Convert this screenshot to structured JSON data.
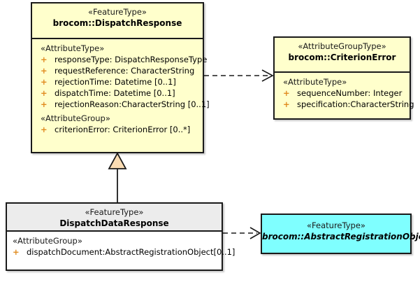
{
  "diagram": {
    "type": "uml-class-diagram",
    "background": "#ffffff",
    "colors": {
      "feature_type_fill": "#ffffcc",
      "attribute_group_type_fill": "#ffffcc",
      "abstract_fill": "#7fffff",
      "subtype_header_fill": "#ececec",
      "subtype_body_fill": "#ffffff",
      "border": "#1a1a1a",
      "visibility_marker": "#e08a1e",
      "generalization_triangle_fill": "#fadcb3"
    }
  },
  "classes": {
    "dispatch_response": {
      "stereotype": "«FeatureType»",
      "name": "brocom::DispatchResponse",
      "compartments": [
        {
          "label": "«AttributeType»",
          "attributes": [
            {
              "visibility": "+",
              "text": "responseType: DispatchResponseType"
            },
            {
              "visibility": "+",
              "text": "requestReference: CharacterString"
            },
            {
              "visibility": "+",
              "text": "rejectionTime: Datetime [0..1]"
            },
            {
              "visibility": "+",
              "text": "dispatchTime: Datetime [0..1]"
            },
            {
              "visibility": "+",
              "text": "rejectionReason:CharacterString [0..1]"
            }
          ]
        },
        {
          "label": "«AttributeGroup»",
          "attributes": [
            {
              "visibility": "+",
              "text": "criterionError: CriterionError [0..*]"
            }
          ]
        }
      ]
    },
    "criterion_error": {
      "stereotype": "«AttributeGroupType»",
      "name": "brocom::CriterionError",
      "compartments": [
        {
          "label": "«AttributeType»",
          "attributes": [
            {
              "visibility": "+",
              "text": "sequenceNumber: Integer"
            },
            {
              "visibility": "+",
              "text": "specification:CharacterString"
            }
          ]
        }
      ]
    },
    "dispatch_data_response": {
      "stereotype": "«FeatureType»",
      "name": "DispatchDataResponse",
      "compartments": [
        {
          "label": "«AttributeGroup»",
          "attributes": [
            {
              "visibility": "+",
              "text": "dispatchDocument:AbstractRegistrationObject[0..1]"
            }
          ]
        }
      ]
    },
    "abstract_registration_object": {
      "stereotype": "«FeatureType»",
      "name": "brocom::AbstractRegistrationObject",
      "is_abstract": true
    }
  },
  "relations": [
    {
      "kind": "dependency",
      "style": "dashed-open-arrow",
      "from": "brocom::DispatchResponse",
      "to": "brocom::CriterionError"
    },
    {
      "kind": "generalization",
      "style": "solid-hollow-triangle",
      "from": "DispatchDataResponse",
      "to": "brocom::DispatchResponse"
    },
    {
      "kind": "dependency",
      "style": "dashed-open-arrow",
      "from": "DispatchDataResponse",
      "to": "brocom::AbstractRegistrationObject"
    }
  ]
}
